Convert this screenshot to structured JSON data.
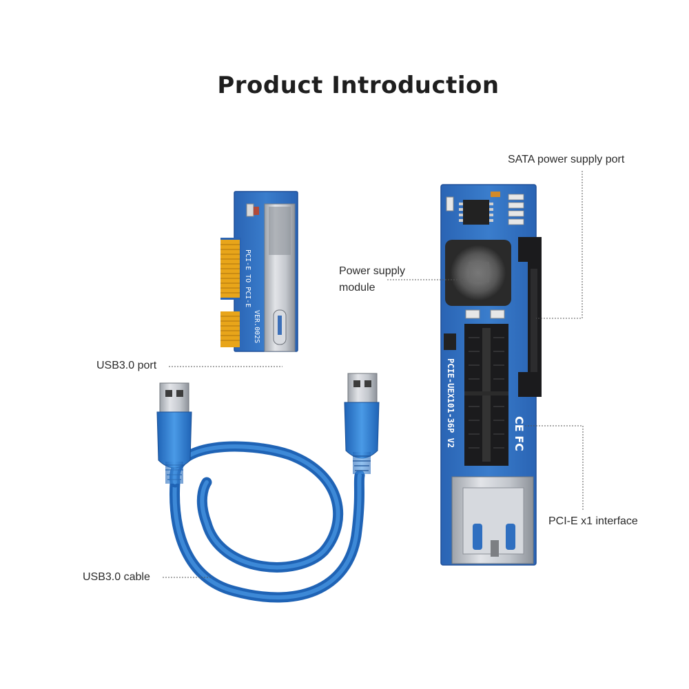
{
  "page": {
    "title": "Product Introduction"
  },
  "labels": {
    "sata_port": "SATA power supply port",
    "power_module_line1": "Power supply",
    "power_module_line2": "module",
    "usb_port": "USB3.0 port",
    "usb_cable": "USB3.0 cable",
    "pcie_interface": "PCI-E x1 interface"
  },
  "board_markings": {
    "small_board_model": "PCI-E TO PCI-E",
    "small_board_version": "VER.002S",
    "main_board_model": "PCIE-UEX101-36P V2",
    "main_board_cert": "CE FC"
  },
  "colors": {
    "pcb_blue": "#2f6fc0",
    "pcb_blue_dark": "#1f4f98",
    "gold_finger": "#e8a51a",
    "cable_blue": "#2f7fd4",
    "metal": "#c9ccd1",
    "slot_black": "#1b1b1d"
  }
}
